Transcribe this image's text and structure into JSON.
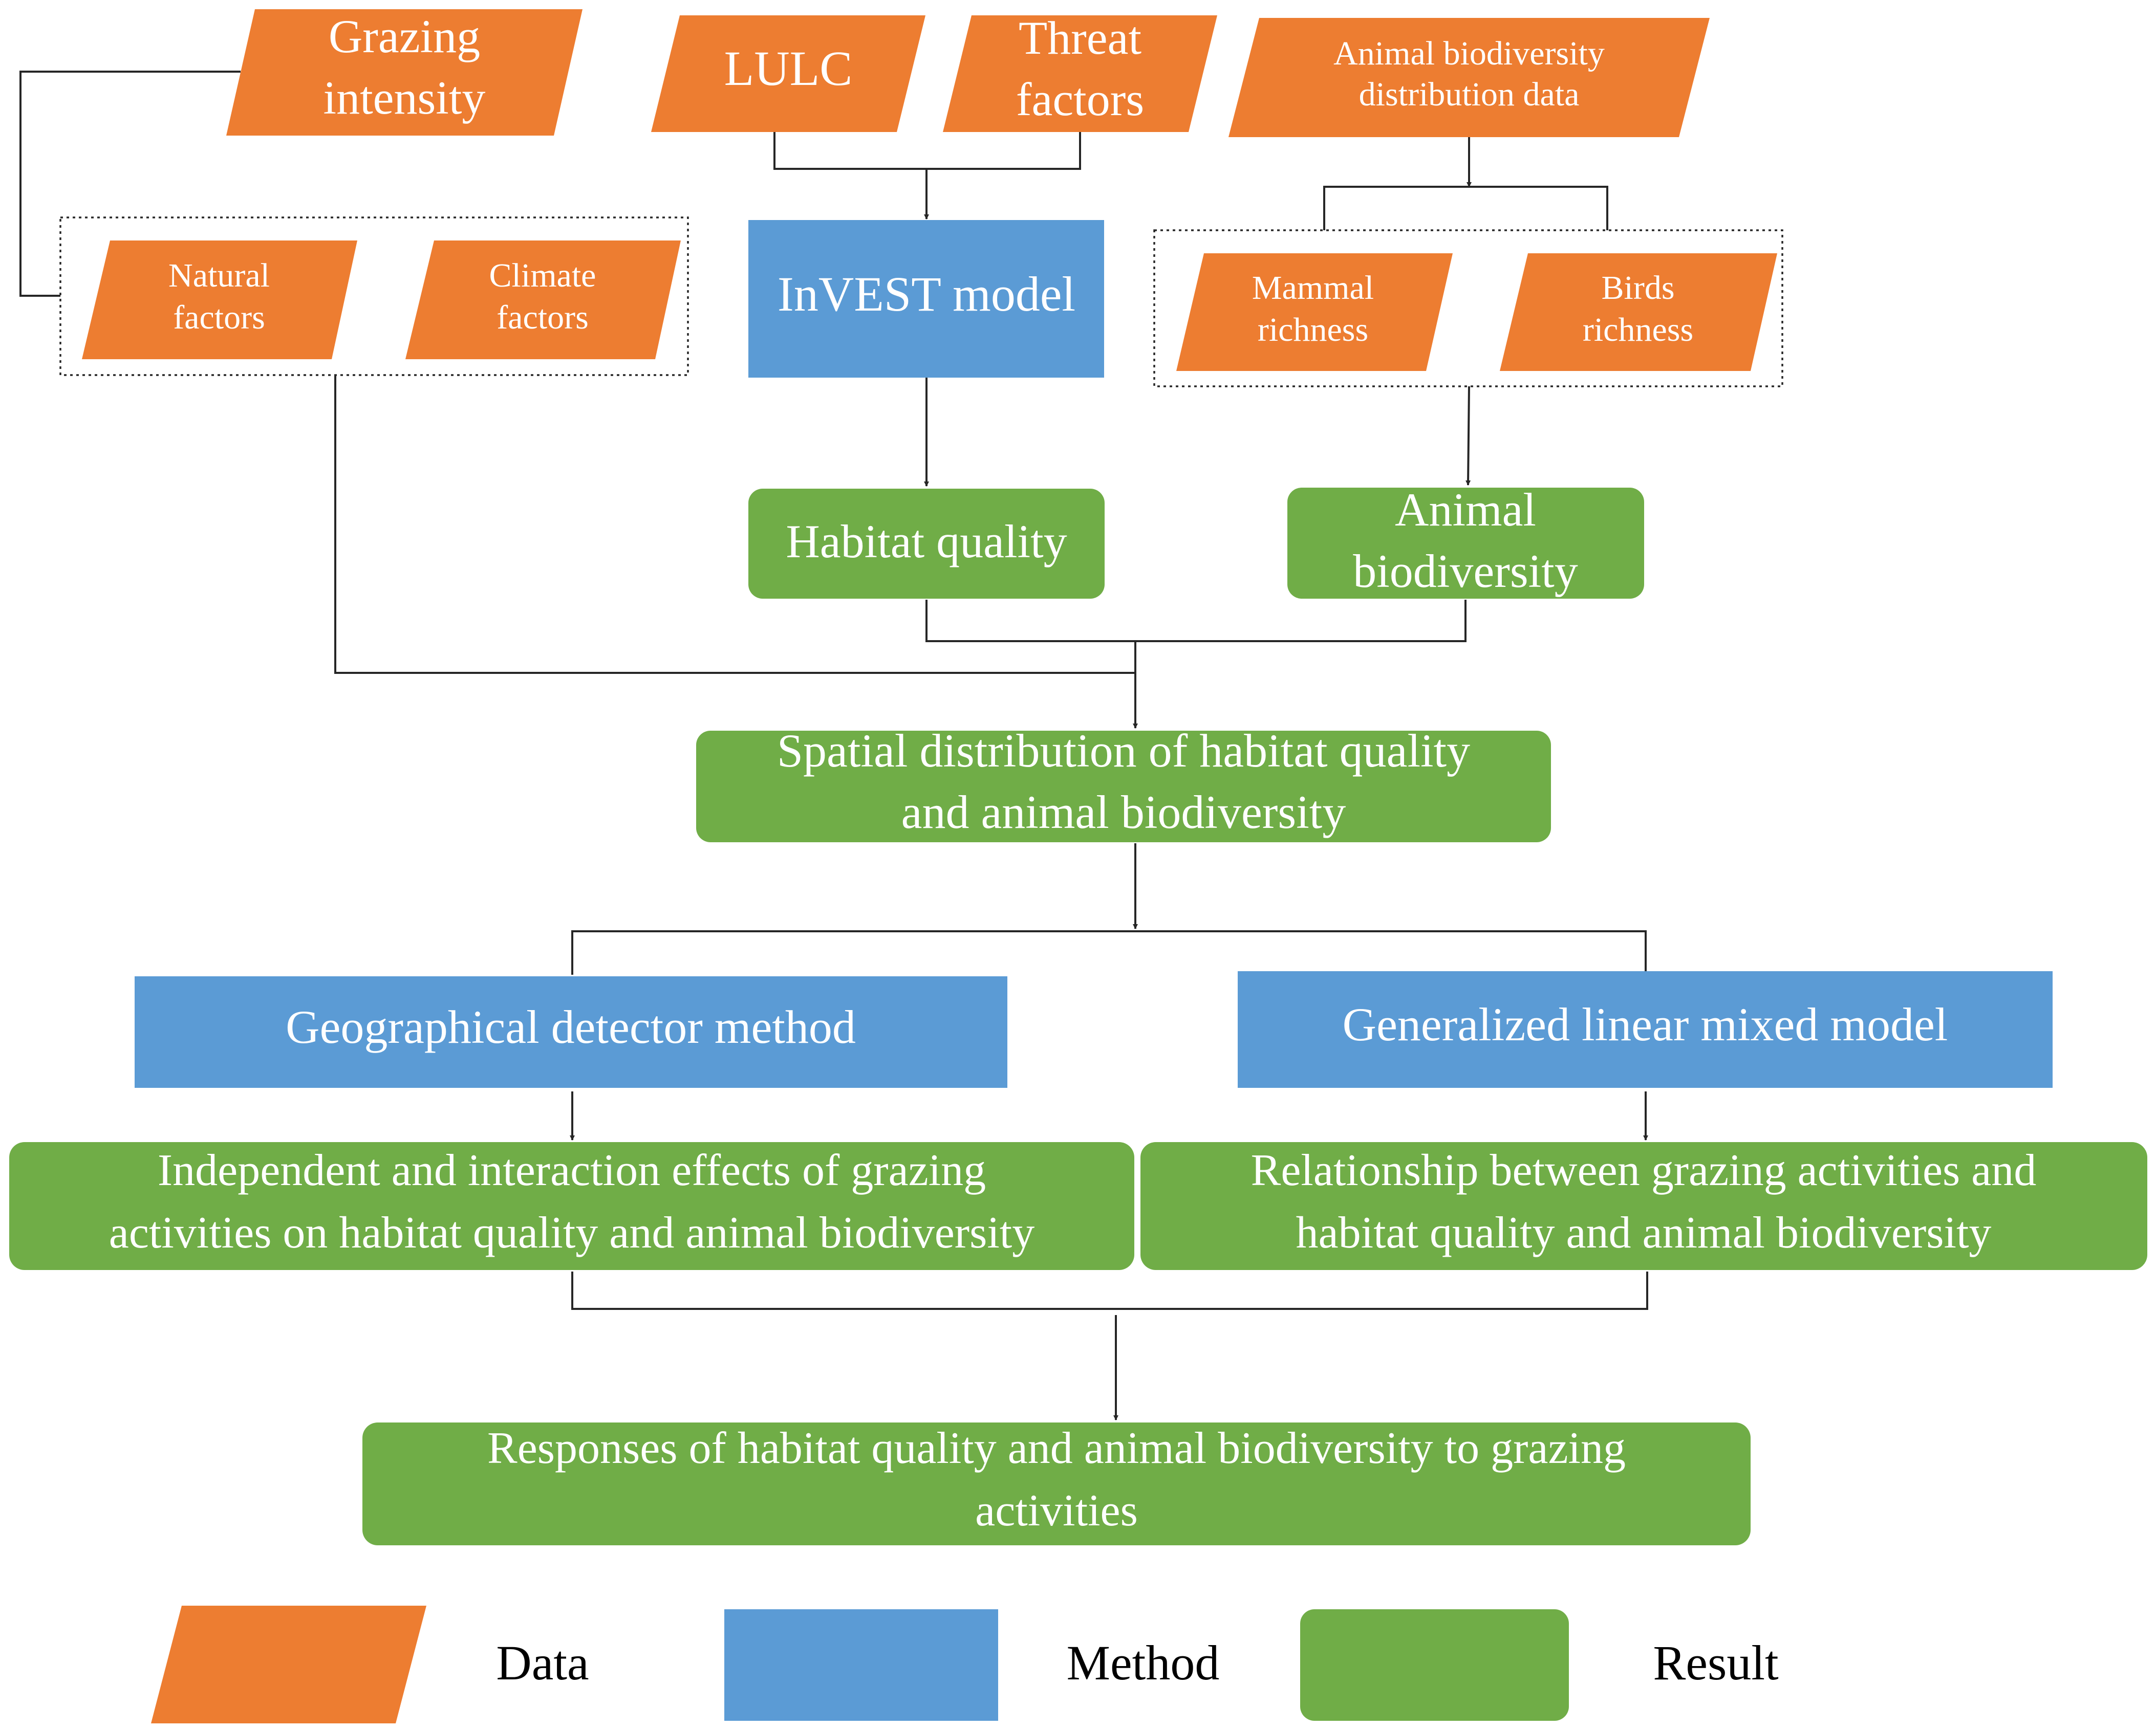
{
  "colors": {
    "data": "#ED7D31",
    "method": "#5B9BD5",
    "result": "#70AD47",
    "line": "#262626",
    "text_on_shape": "#FFFFFF"
  },
  "nodes": {
    "grazing_intensity": [
      "Grazing",
      "intensity"
    ],
    "lulc": [
      "LULC"
    ],
    "threat_factors": [
      "Threat",
      "factors"
    ],
    "animal_distribution_data": [
      "Animal biodiversity",
      "distribution data"
    ],
    "natural_factors": [
      "Natural",
      "factors"
    ],
    "climate_factors": [
      "Climate",
      "factors"
    ],
    "invest_model": [
      "InVEST model"
    ],
    "mammal_richness": [
      "Mammal",
      "richness"
    ],
    "birds_richness": [
      "Birds",
      "richness"
    ],
    "habitat_quality": [
      "Habitat quality"
    ],
    "animal_biodiversity": [
      "Animal",
      "biodiversity"
    ],
    "spatial_distribution": [
      "Spatial distribution of habitat quality",
      "and animal biodiversity"
    ],
    "geographical_detector": [
      "Geographical detector method"
    ],
    "glmm": [
      "Generalized linear mixed model"
    ],
    "independent_effects": [
      "Independent and interaction effects of grazing",
      "activities on habitat quality and animal biodiversity"
    ],
    "relationship": [
      "Relationship between grazing activities and",
      "habitat quality and animal biodiversity"
    ],
    "responses": [
      "Responses of habitat quality and animal biodiversity to grazing",
      "activities"
    ]
  },
  "legend": {
    "data": "Data",
    "method": "Method",
    "result": "Result"
  }
}
